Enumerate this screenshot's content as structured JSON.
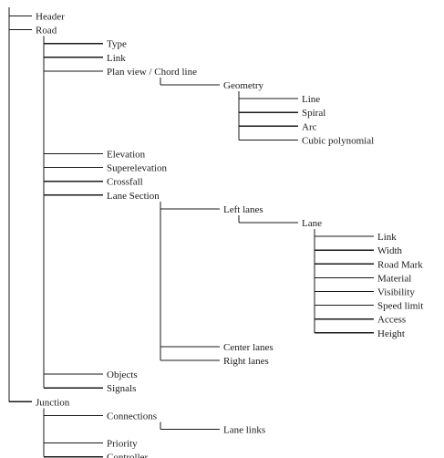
{
  "tree": {
    "label": "",
    "children": [
      {
        "label": "Header"
      },
      {
        "label": "Road",
        "children": [
          {
            "label": "Type"
          },
          {
            "label": "Link"
          },
          {
            "label": "Plan view / Chord line",
            "children": [
              {
                "label": "Geometry",
                "children": [
                  {
                    "label": "Line"
                  },
                  {
                    "label": "Spiral"
                  },
                  {
                    "label": "Arc"
                  },
                  {
                    "label": "Cubic polynomial"
                  }
                ]
              }
            ]
          },
          {
            "label": "Elevation"
          },
          {
            "label": "Superelevation"
          },
          {
            "label": "Crossfall"
          },
          {
            "label": "Lane Section",
            "children": [
              {
                "label": "Left lanes",
                "children": [
                  {
                    "label": "Lane",
                    "children": [
                      {
                        "label": "Link"
                      },
                      {
                        "label": "Width"
                      },
                      {
                        "label": "Road Mark"
                      },
                      {
                        "label": "Material"
                      },
                      {
                        "label": "Visibility"
                      },
                      {
                        "label": "Speed limit"
                      },
                      {
                        "label": "Access"
                      },
                      {
                        "label": "Height"
                      }
                    ]
                  }
                ]
              },
              {
                "label": "Center lanes"
              },
              {
                "label": "Right lanes"
              }
            ]
          },
          {
            "label": "Objects"
          },
          {
            "label": "Signals"
          }
        ]
      },
      {
        "label": "Junction",
        "children": [
          {
            "label": "Connections",
            "children": [
              {
                "label": "Lane links"
              }
            ]
          },
          {
            "label": "Priority"
          },
          {
            "label": "Controller"
          }
        ]
      }
    ]
  }
}
